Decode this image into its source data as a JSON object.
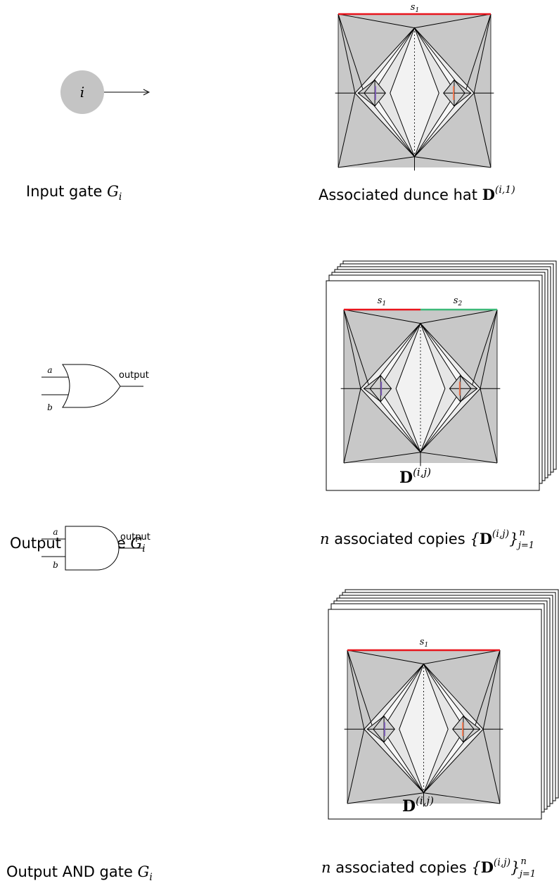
{
  "colors": {
    "dark_face": "#c8c8c8",
    "mid_face": "#e2e2e2",
    "light_face": "#f2f2f2",
    "edge": "#000000",
    "s1_edge": "#e8141c",
    "s2_edge": "#3cb878",
    "left_slot": "#7b5bb5",
    "right_slot": "#f07850",
    "input_circle": "#c4c4c4"
  },
  "input_gate": {
    "node_label": "i",
    "caption_text": "Input gate ",
    "caption_math": "G",
    "caption_sub": "i"
  },
  "dunce_hat": {
    "top_label": "s",
    "top_label_sub": "1",
    "caption_text": "Associated dunce hat ",
    "caption_bold": "D",
    "caption_sup": "(i,1)"
  },
  "or_gate": {
    "input_a": "a",
    "input_b": "b",
    "output_label": "output",
    "caption_text": "Output OR gate ",
    "caption_math": "G",
    "caption_sub": "i"
  },
  "or_copies": {
    "label_s1": "s",
    "label_s1_sub": "1",
    "label_s2": "s",
    "label_s2_sub": "2",
    "inner_bold": "D",
    "inner_sup": "(i,j)",
    "caption_math_n": "n",
    "caption_text": " associated copies ",
    "caption_bold": "D",
    "caption_sup": "(i,j)",
    "caption_range_sub": "j=1",
    "caption_range_sup": "n"
  },
  "and_gate": {
    "input_a": "a",
    "input_b": "b",
    "output_label": "output",
    "caption_text": "Output AND gate ",
    "caption_math": "G",
    "caption_sub": "i"
  },
  "and_copies": {
    "label_s1": "s",
    "label_s1_sub": "1",
    "inner_bold": "D",
    "inner_sup": "(i,j)",
    "caption_math_n": "n",
    "caption_text": " associated copies ",
    "caption_bold": "D",
    "caption_sup": "(i,j)",
    "caption_range_sub": "j=1",
    "caption_range_sup": "n"
  }
}
